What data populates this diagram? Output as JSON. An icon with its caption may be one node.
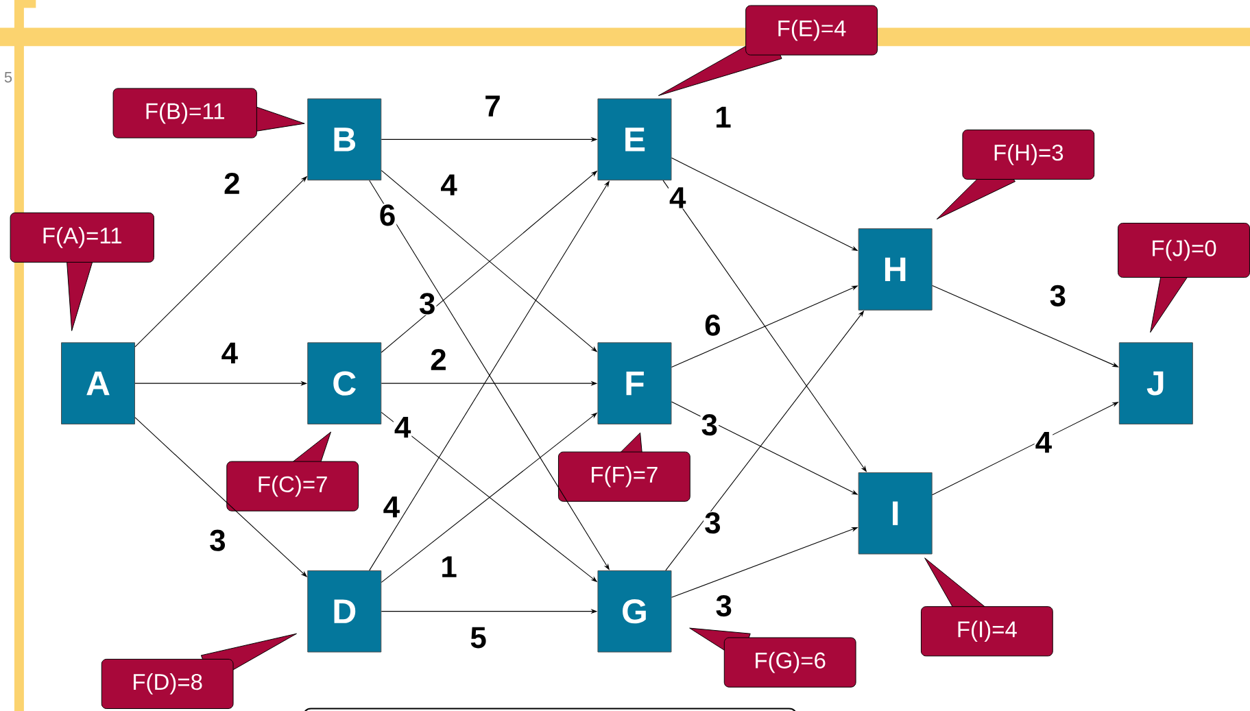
{
  "diagram": {
    "nodes": [
      {
        "text": [
          "A"
        ]
      },
      {
        "text": [
          "B"
        ]
      },
      {
        "text": [
          "C"
        ]
      },
      {
        "text": [
          "D"
        ]
      },
      {
        "text": [
          "E"
        ]
      },
      {
        "text": [
          "F"
        ]
      },
      {
        "text": [
          "G"
        ]
      },
      {
        "text": [
          "H"
        ]
      },
      {
        "text": [
          "I"
        ]
      },
      {
        "text": [
          "J"
        ]
      },
      {
        "text": [
          "F(A)=11"
        ]
      },
      {
        "text": [
          "F(B)=11"
        ]
      },
      {
        "text": [
          "F(C)=7"
        ]
      },
      {
        "text": [
          "F(D)=8"
        ]
      },
      {
        "text": [
          "F(E)=4"
        ]
      },
      {
        "text": [
          "F(F)=7"
        ]
      },
      {
        "text": [
          "F(G)=6"
        ]
      },
      {
        "text": [
          "F(H)=3"
        ]
      },
      {
        "text": [
          "F(I)=4"
        ]
      },
      {
        "text": [
          "F(J)=0"
        ]
      }
    ],
    "edges": [
      {
        "from": 0,
        "to": 1,
        "arrow": "to",
        "label": "2"
      },
      {
        "from": 0,
        "to": 2,
        "arrow": "to",
        "label": "4"
      },
      {
        "from": 0,
        "to": 3,
        "arrow": "to",
        "label": "3"
      },
      {
        "from": 1,
        "to": 4,
        "arrow": "to",
        "label": "7"
      },
      {
        "from": 1,
        "to": 5,
        "arrow": "to",
        "label": "4"
      },
      {
        "from": 1,
        "to": 6,
        "arrow": "to",
        "label": "6"
      },
      {
        "from": 2,
        "to": 4,
        "arrow": "to",
        "label": "3"
      },
      {
        "from": 2,
        "to": 5,
        "arrow": "to",
        "label": "2"
      },
      {
        "from": 2,
        "to": 6,
        "arrow": "to",
        "label": "4"
      },
      {
        "from": 3,
        "to": 4,
        "arrow": "to",
        "label": "4"
      },
      {
        "from": 3,
        "to": 5,
        "arrow": "to",
        "label": "1"
      },
      {
        "from": 3,
        "to": 6,
        "arrow": "to",
        "label": "5"
      },
      {
        "from": 4,
        "to": 7,
        "arrow": "to",
        "label": "1"
      },
      {
        "from": 4,
        "to": 8,
        "arrow": "to",
        "label": "4"
      },
      {
        "from": 5,
        "to": 7,
        "arrow": "to",
        "label": "6"
      },
      {
        "from": 5,
        "to": 8,
        "arrow": "to",
        "label": "3"
      },
      {
        "from": 6,
        "to": 7,
        "arrow": "to",
        "label": "3"
      },
      {
        "from": 6,
        "to": 8,
        "arrow": "to",
        "label": "3"
      },
      {
        "from": 7,
        "to": 9,
        "arrow": "to",
        "label": "3"
      },
      {
        "from": 8,
        "to": 9,
        "arrow": "to",
        "label": "4"
      }
    ],
    "labels": [
      "5"
    ]
  }
}
